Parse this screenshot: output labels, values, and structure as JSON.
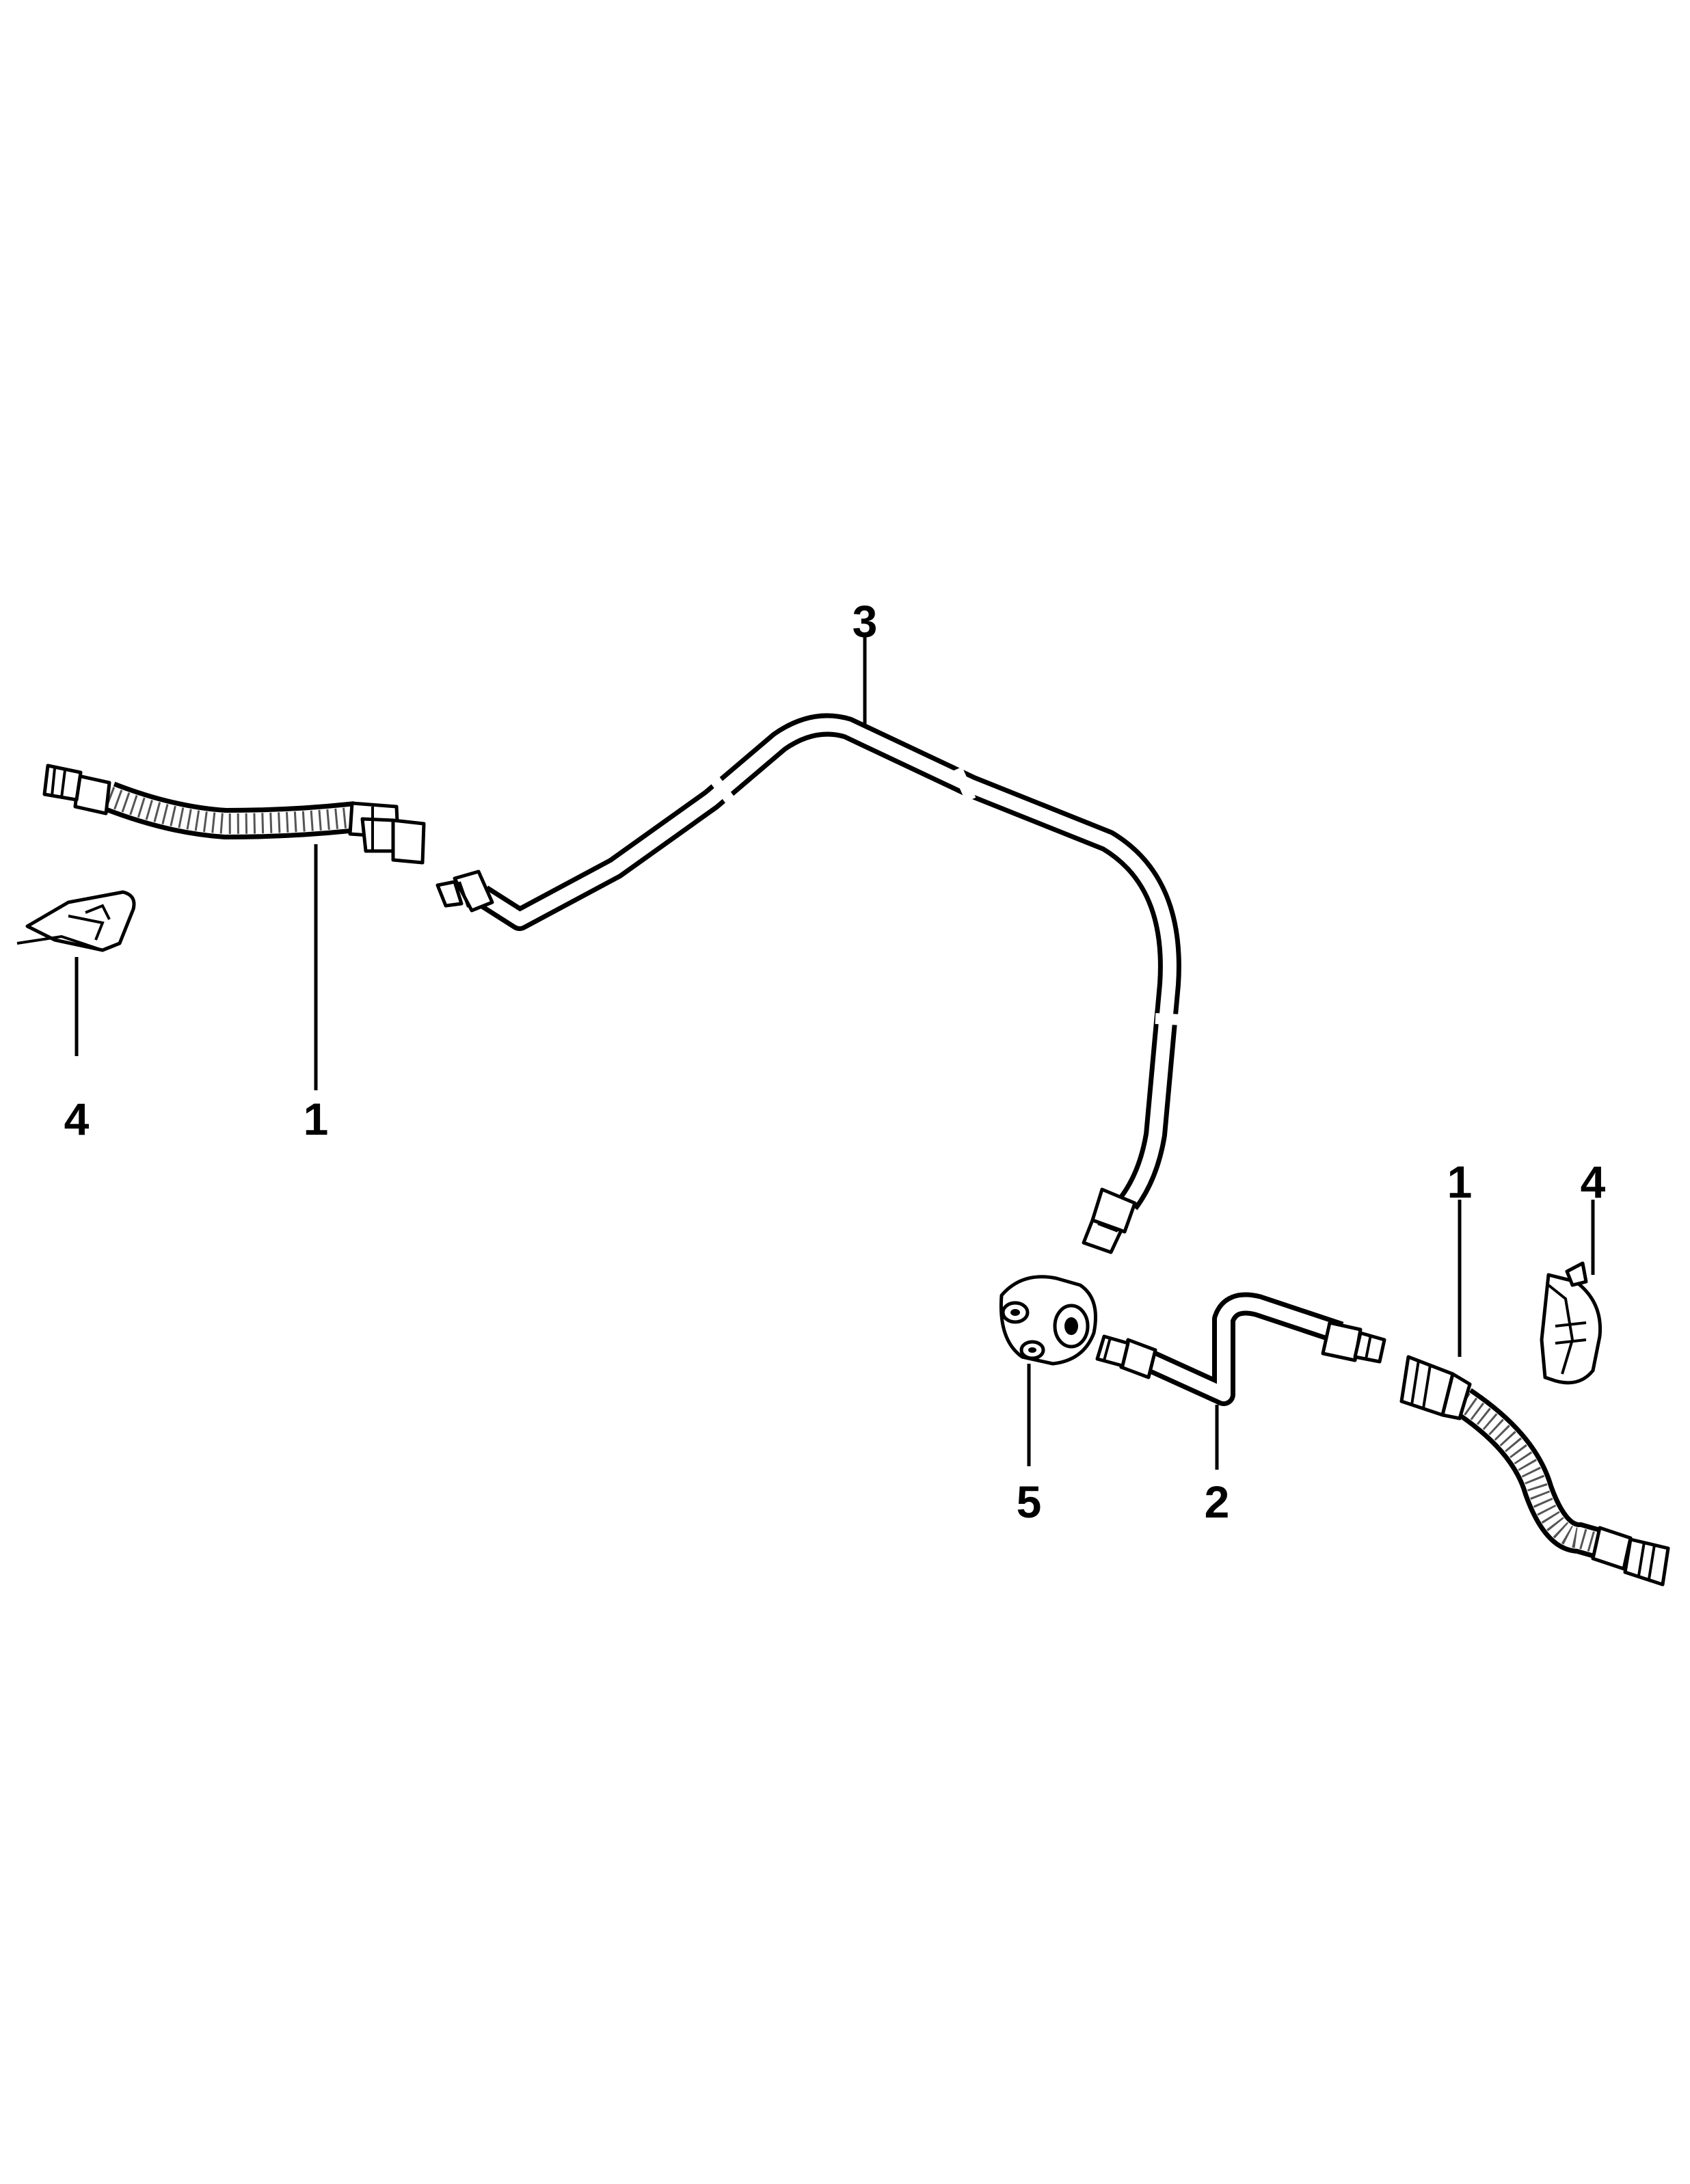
{
  "diagram": {
    "callouts": [
      {
        "id": "callout-1-left",
        "label": "1"
      },
      {
        "id": "callout-4-left",
        "label": "4"
      },
      {
        "id": "callout-3",
        "label": "3"
      },
      {
        "id": "callout-1-right",
        "label": "1"
      },
      {
        "id": "callout-4-right",
        "label": "4"
      },
      {
        "id": "callout-5",
        "label": "5"
      },
      {
        "id": "callout-2",
        "label": "2"
      }
    ]
  }
}
